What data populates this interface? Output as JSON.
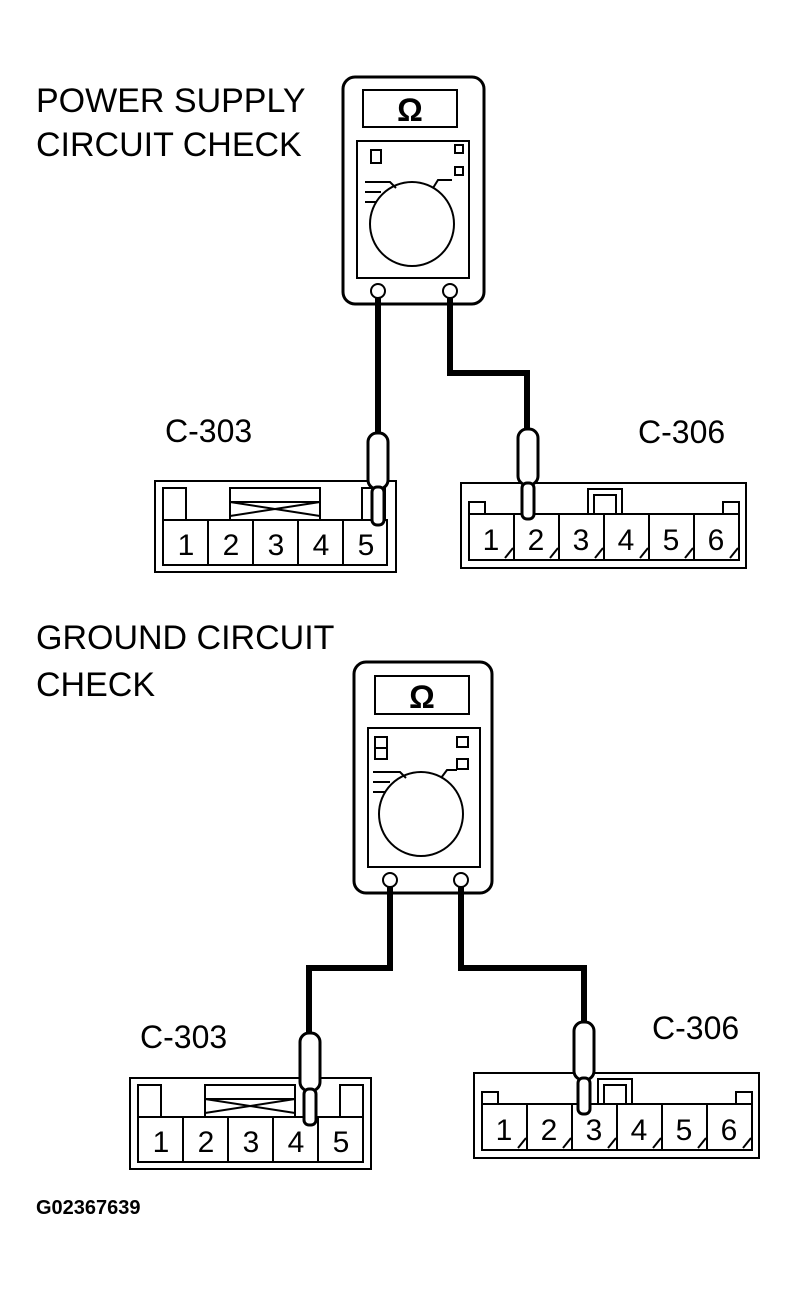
{
  "colors": {
    "ink": "#000000",
    "background": "#ffffff"
  },
  "icons": [
    "ohmmeter-icon",
    "probe-icon"
  ],
  "top": {
    "title_line1": "POWER SUPPLY",
    "title_line2": "CIRCUIT CHECK",
    "meter_symbol": "Ω",
    "connector_left": {
      "label": "C-303",
      "pins": [
        "1",
        "2",
        "3",
        "4",
        "5"
      ]
    },
    "connector_right": {
      "label": "C-306",
      "pins": [
        "1",
        "2",
        "3",
        "4",
        "5",
        "6"
      ]
    }
  },
  "bottom": {
    "title_line1": "GROUND CIRCUIT",
    "title_line2": "CHECK",
    "meter_symbol": "Ω",
    "connector_left": {
      "label": "C-303",
      "pins": [
        "1",
        "2",
        "3",
        "4",
        "5"
      ]
    },
    "connector_right": {
      "label": "C-306",
      "pins": [
        "1",
        "2",
        "3",
        "4",
        "5",
        "6"
      ]
    }
  },
  "figure_id": "G02367639"
}
